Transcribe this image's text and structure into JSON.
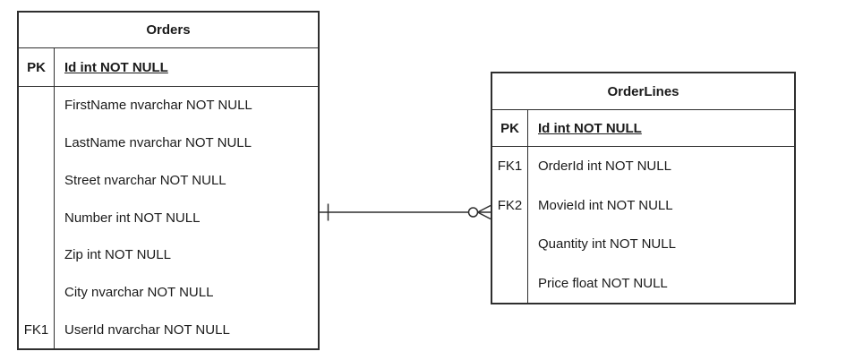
{
  "diagram": {
    "type": "entity-relationship",
    "colors": {
      "line": "#2e2e2e",
      "background": "#ffffff",
      "text": "#1a1a1a"
    },
    "tables": [
      {
        "name": "Orders",
        "pk_row": {
          "key": "PK",
          "attr": "Id int NOT NULL"
        },
        "rows": [
          {
            "key": "",
            "attr": "FirstName nvarchar NOT NULL"
          },
          {
            "key": "",
            "attr": "LastName nvarchar NOT NULL"
          },
          {
            "key": "",
            "attr": "Street nvarchar NOT NULL"
          },
          {
            "key": "",
            "attr": "Number int NOT NULL"
          },
          {
            "key": "",
            "attr": "Zip int NOT NULL"
          },
          {
            "key": "",
            "attr": "City nvarchar NOT NULL"
          },
          {
            "key": "FK1",
            "attr": "UserId nvarchar NOT NULL"
          }
        ]
      },
      {
        "name": "OrderLines",
        "pk_row": {
          "key": "PK",
          "attr": "Id int NOT NULL"
        },
        "rows": [
          {
            "key": "FK1",
            "attr": "OrderId int NOT NULL"
          },
          {
            "key": "FK2",
            "attr": "MovieId int NOT NULL"
          },
          {
            "key": "",
            "attr": "Quantity int NOT NULL"
          },
          {
            "key": "",
            "attr": "Price float NOT NULL"
          }
        ]
      }
    ],
    "relationship": {
      "from": "Orders",
      "to": "OrderLines",
      "from_end": "one",
      "to_end": "zero-or-many",
      "cardinality": "one-to-zero-or-many"
    }
  }
}
